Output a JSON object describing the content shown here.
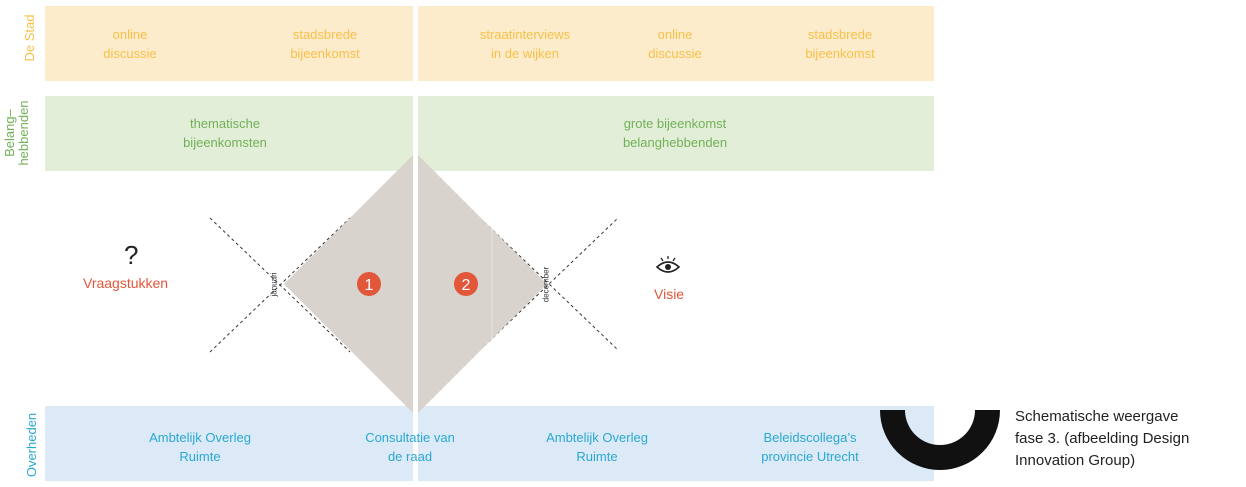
{
  "rows": {
    "stad": {
      "label": "De Stad"
    },
    "belanghebbenden": {
      "label": "Belang–\nhebbenden"
    },
    "overheden": {
      "label": "Overheden"
    }
  },
  "stad_cells": [
    "online\ndiscussie",
    "stadsbrede\nbijeenkomst",
    "straatinterviews\nin de wijken",
    "online\ndiscussie",
    "stadsbrede\nbijeenkomst"
  ],
  "belang_cells": [
    "thematische\nbijeenkomsten",
    "grote bijeenkomst\nbelanghebbenden"
  ],
  "over_cells": [
    "Ambtelijk Overleg\nRuimte",
    "Consultatie van\nde raad",
    "Ambtelijk Overleg\nRuimte",
    "Beleidscollega’s\nprovincie Utrecht"
  ],
  "diagram": {
    "start_symbol": "?",
    "start_label": "Vraagstukken",
    "start_month": "januari",
    "end_month": "december",
    "end_label": "Visie",
    "phase_1": "1",
    "phase_2": "2",
    "end_icon": "eye-icon"
  },
  "caption": "Schematische weergave\nfase 3. (afbeelding Design\nInnovation Group)",
  "colors": {
    "stad_bg": "#fdeccb",
    "stad_text": "#f7c04a",
    "belang_bg": "#e2eed7",
    "belang_text": "#72b058",
    "over_bg": "#dceaf7",
    "over_text": "#2aa8d2",
    "diamond": "#d8d3cd",
    "accent": "#e2573a"
  }
}
